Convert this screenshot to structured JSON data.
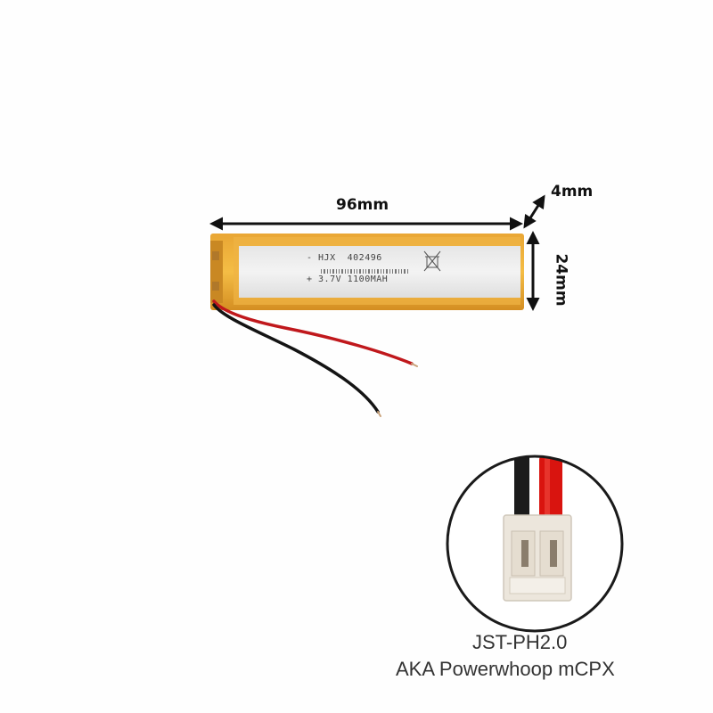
{
  "dimensions": {
    "length": "96mm",
    "thickness": "4mm",
    "width": "24mm"
  },
  "battery_label": {
    "line1": "- HJX  402496",
    "line2": "+ 3.7V 1100MAH"
  },
  "connector": {
    "type": "JST-PH2.0",
    "aka": "AKA Powerwhoop mCPX"
  }
}
